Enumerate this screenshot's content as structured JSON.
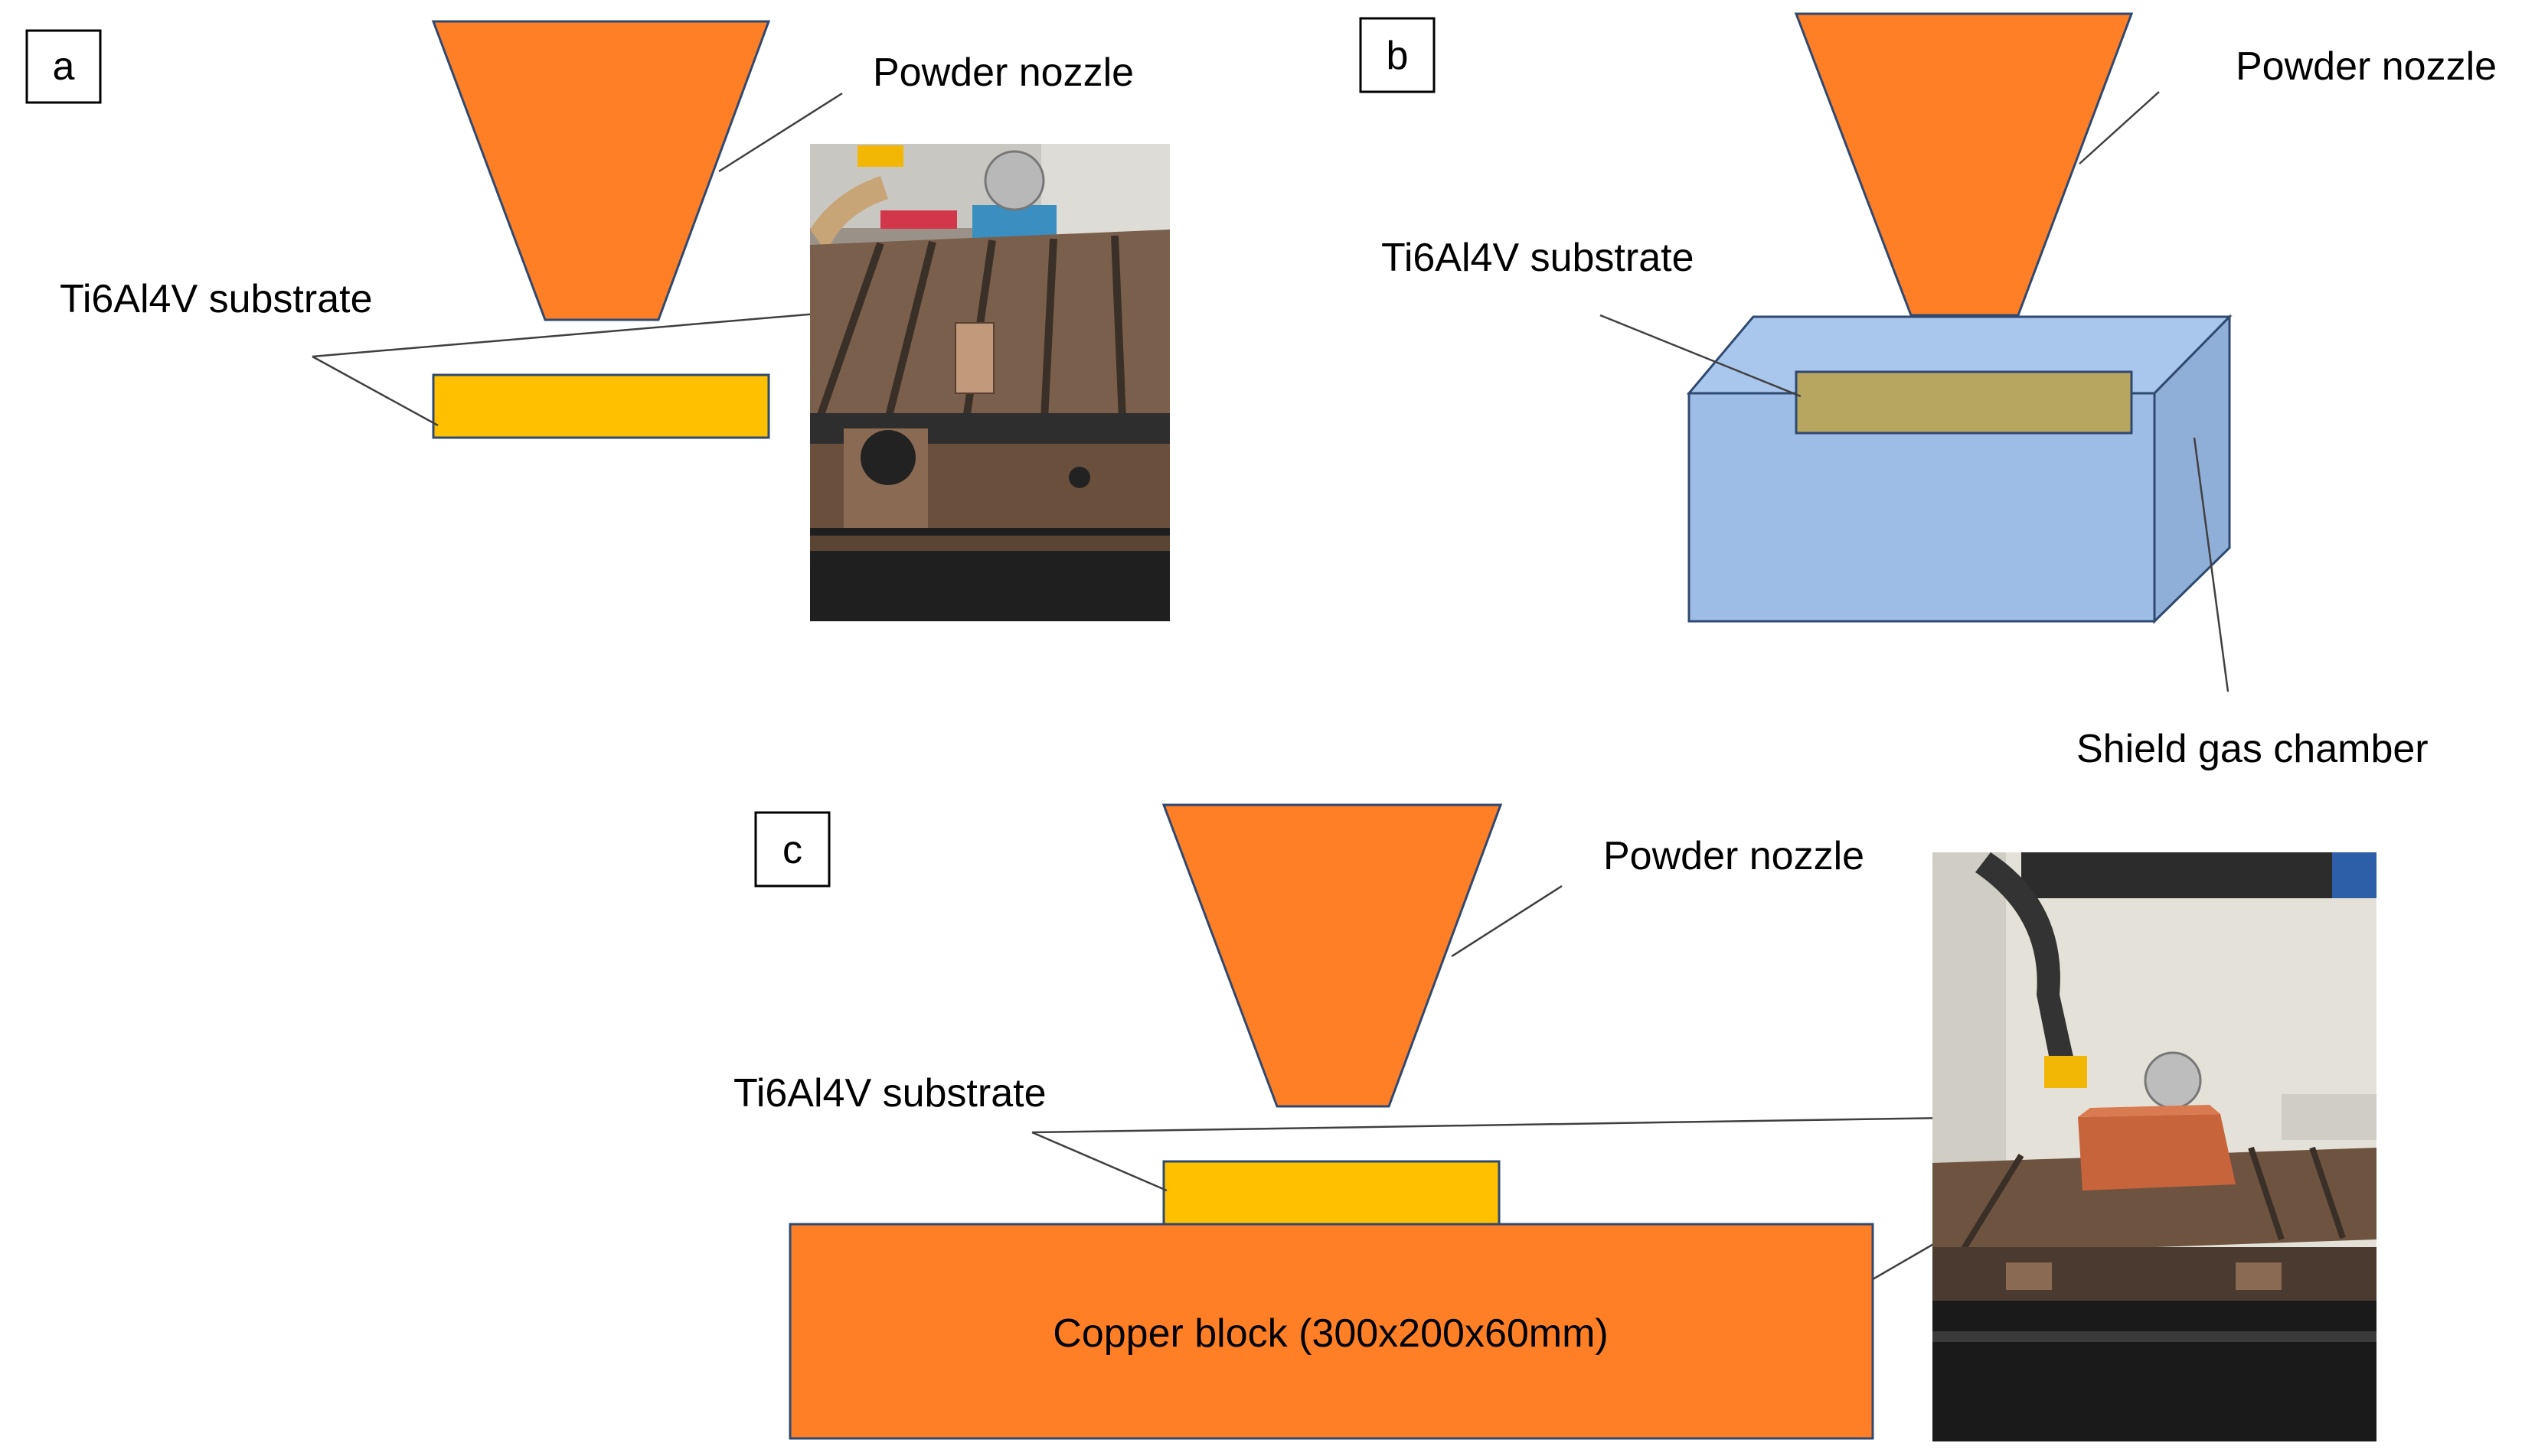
{
  "panels": {
    "a": {
      "letter": "a",
      "nozzle_label": "Powder nozzle",
      "substrate_label": "Ti6Al4V substrate"
    },
    "b": {
      "letter": "b",
      "nozzle_label": "Powder nozzle",
      "substrate_label": "Ti6Al4V substrate",
      "chamber_label": "Shield gas chamber"
    },
    "c": {
      "letter": "c",
      "nozzle_label": "Powder nozzle",
      "substrate_label": "Ti6Al4V substrate",
      "block_label": "Copper block (300x200x60mm)"
    }
  },
  "colors": {
    "nozzle": "#FF7F27",
    "substrate": "#FFC000",
    "substrate_in_chamber": "#B7A65F",
    "chamber_front": "#9DBDE6",
    "chamber_top": "#A9C6EC",
    "chamber_side": "#8FAFD8",
    "copper_block": "#FF7F27",
    "outline": "#2F4970"
  }
}
